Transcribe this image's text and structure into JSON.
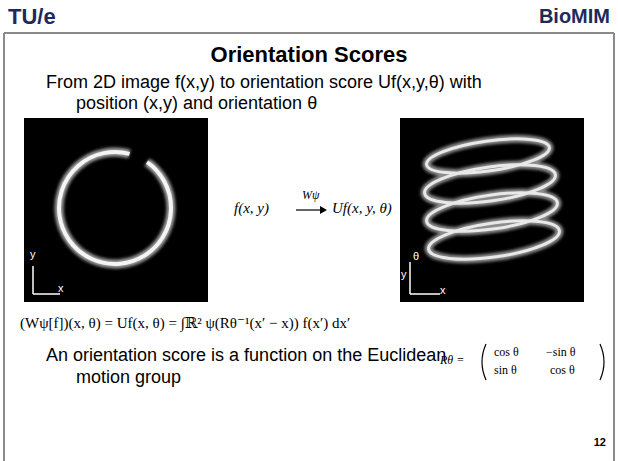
{
  "diagram": {
    "title": "Orientation Scores",
    "labels": [
      "TU/e",
      "BioMIM",
      "From 2D image f(x,y) to orientation score Uf(x,y,θ) with position (x,y) and orientation θ",
      "y",
      "x",
      "f(x, y)",
      "Wψ",
      "Uf(x, y, θ)",
      "θ",
      "y",
      "x",
      "(Wψ[f])(x, θ) = Uf(x, θ) = ∫ℝ² ψ(Rθ⁻¹(x′ − x)) f(x′) dx′",
      "An orientation score is a function on the Euclidean motion group",
      "Rθ =",
      "cos θ",
      "−sin θ",
      "sin θ",
      "cos θ",
      "12"
    ]
  }
}
